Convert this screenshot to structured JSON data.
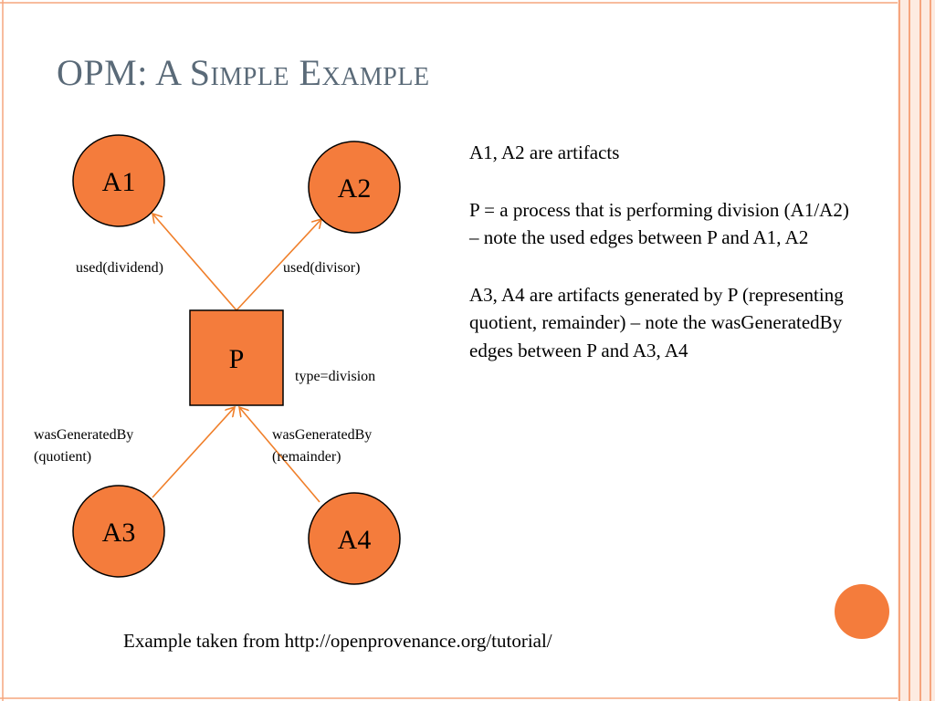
{
  "slide": {
    "title": "OPM: A Simple Example",
    "footer": "Example taken from http://openprovenance.org/tutorial/"
  },
  "diagram": {
    "nodes": {
      "a1": "A1",
      "a2": "A2",
      "p": "P",
      "a3": "A3",
      "a4": "A4"
    },
    "edges": {
      "used_dividend": "used(dividend)",
      "used_divisor": "used(divisor)",
      "type_division": "type=division",
      "generated_quotient_1": "wasGeneratedBy",
      "generated_quotient_2": "(quotient)",
      "generated_remainder_1": "wasGeneratedBy",
      "generated_remainder_2": "(remainder)"
    }
  },
  "notes": {
    "p1": "A1, A2 are artifacts",
    "p2": "P = a process that is performing division (A1/A2) – note the used edges between P and A1, A2",
    "p3": "A3, A4 are artifacts generated by P (representing quotient, remainder) – note the wasGeneratedBy edges between P and A3, A4"
  },
  "colors": {
    "node_fill": "#f47c3c",
    "edge": "#f07f2a",
    "border": "#f6a57e",
    "accent": "#f47c3c"
  }
}
